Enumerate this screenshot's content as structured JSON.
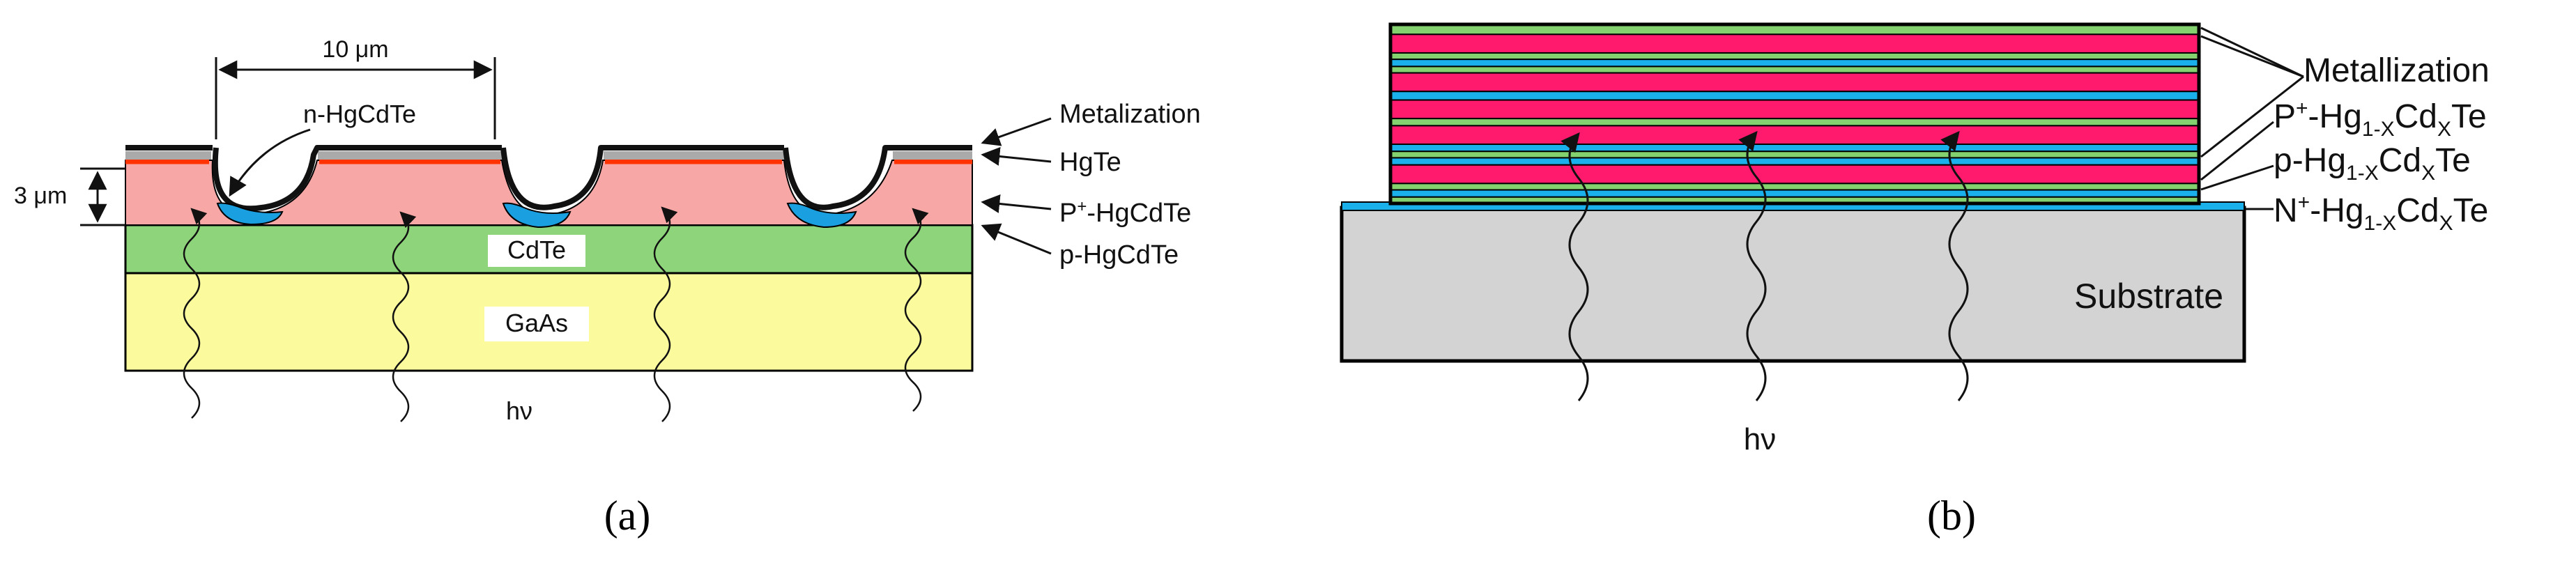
{
  "panel_a": {
    "dimension_width": "10 μm",
    "dimension_depth": "3 μm",
    "labels": {
      "n_region": "n-HgCdTe",
      "metalization": "Metalization",
      "hgte": "HgTe",
      "p_plus_prefix": "P",
      "p_plus_sup": "+",
      "p_plus_suffix": "-HgCdTe",
      "p_type": "p-HgCdTe",
      "cdte": "CdTe",
      "gaas": "GaAs",
      "hv": "hν"
    },
    "caption": "(a)",
    "colors": {
      "metal": "#222222",
      "hgte": "#aaaaaa",
      "p_plus": "#ff3300",
      "p_type": "#f7a8a6",
      "n_region": "#1a9fe0",
      "cdte": "#8ed47a",
      "gaas": "#fbfb9e"
    }
  },
  "panel_b": {
    "labels": {
      "metallization": "Metallization",
      "p_plus": {
        "prefix": "P",
        "sup": "+",
        "a": "-Hg",
        "sub1": "1-X",
        "b": "Cd",
        "sub2": "X",
        "c": "Te"
      },
      "p_type": {
        "prefix": "p-Hg",
        "sub1": "1-X",
        "b": "Cd",
        "sub2": "X",
        "c": "Te"
      },
      "n_plus": {
        "prefix": "N",
        "sup": "+",
        "a": "-Hg",
        "sub1": "1-X",
        "b": "Cd",
        "sub2": "X",
        "c": "Te"
      },
      "substrate": "Substrate",
      "hv": "hν"
    },
    "caption": "(b)",
    "colors": {
      "green": "#84d16f",
      "pink": "#ff1a6e",
      "cyan": "#19b0ec",
      "substrate": "#d3d3d3"
    }
  }
}
